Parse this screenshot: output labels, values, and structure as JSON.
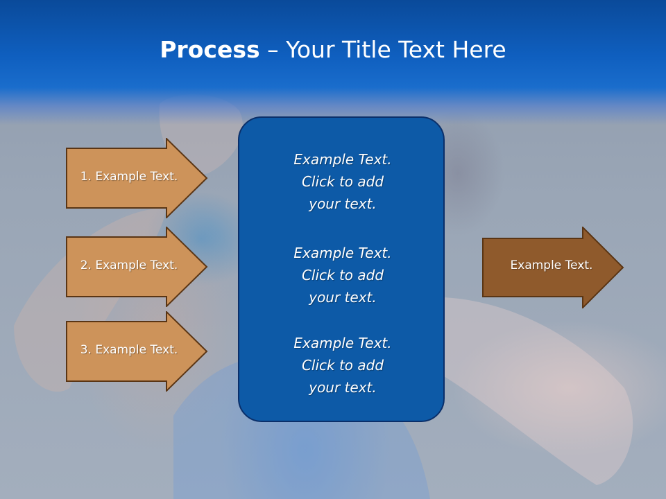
{
  "title": {
    "bold": "Process",
    "rest": " – Your Title Text Here"
  },
  "left_arrows": [
    {
      "label": "1. Example Text."
    },
    {
      "label": "2. Example Text."
    },
    {
      "label": "3. Example Text."
    }
  ],
  "center_box": {
    "items": [
      {
        "line1": "Example Text.",
        "line2": "Click  to add",
        "line3": "your text."
      },
      {
        "line1": "Example Text.",
        "line2": "Click  to add",
        "line3": "your text."
      },
      {
        "line1": "Example Text.",
        "line2": "Click  to add",
        "line3": "your text."
      }
    ]
  },
  "right_arrow": {
    "label": "Example Text."
  },
  "colors": {
    "header_blue": "#0f5fbf",
    "left_arrow_fill": "#cd935a",
    "right_arrow_fill": "#8f5a2c",
    "arrow_stroke": "#5a3514",
    "center_box_fill": "#0d5aa7"
  }
}
